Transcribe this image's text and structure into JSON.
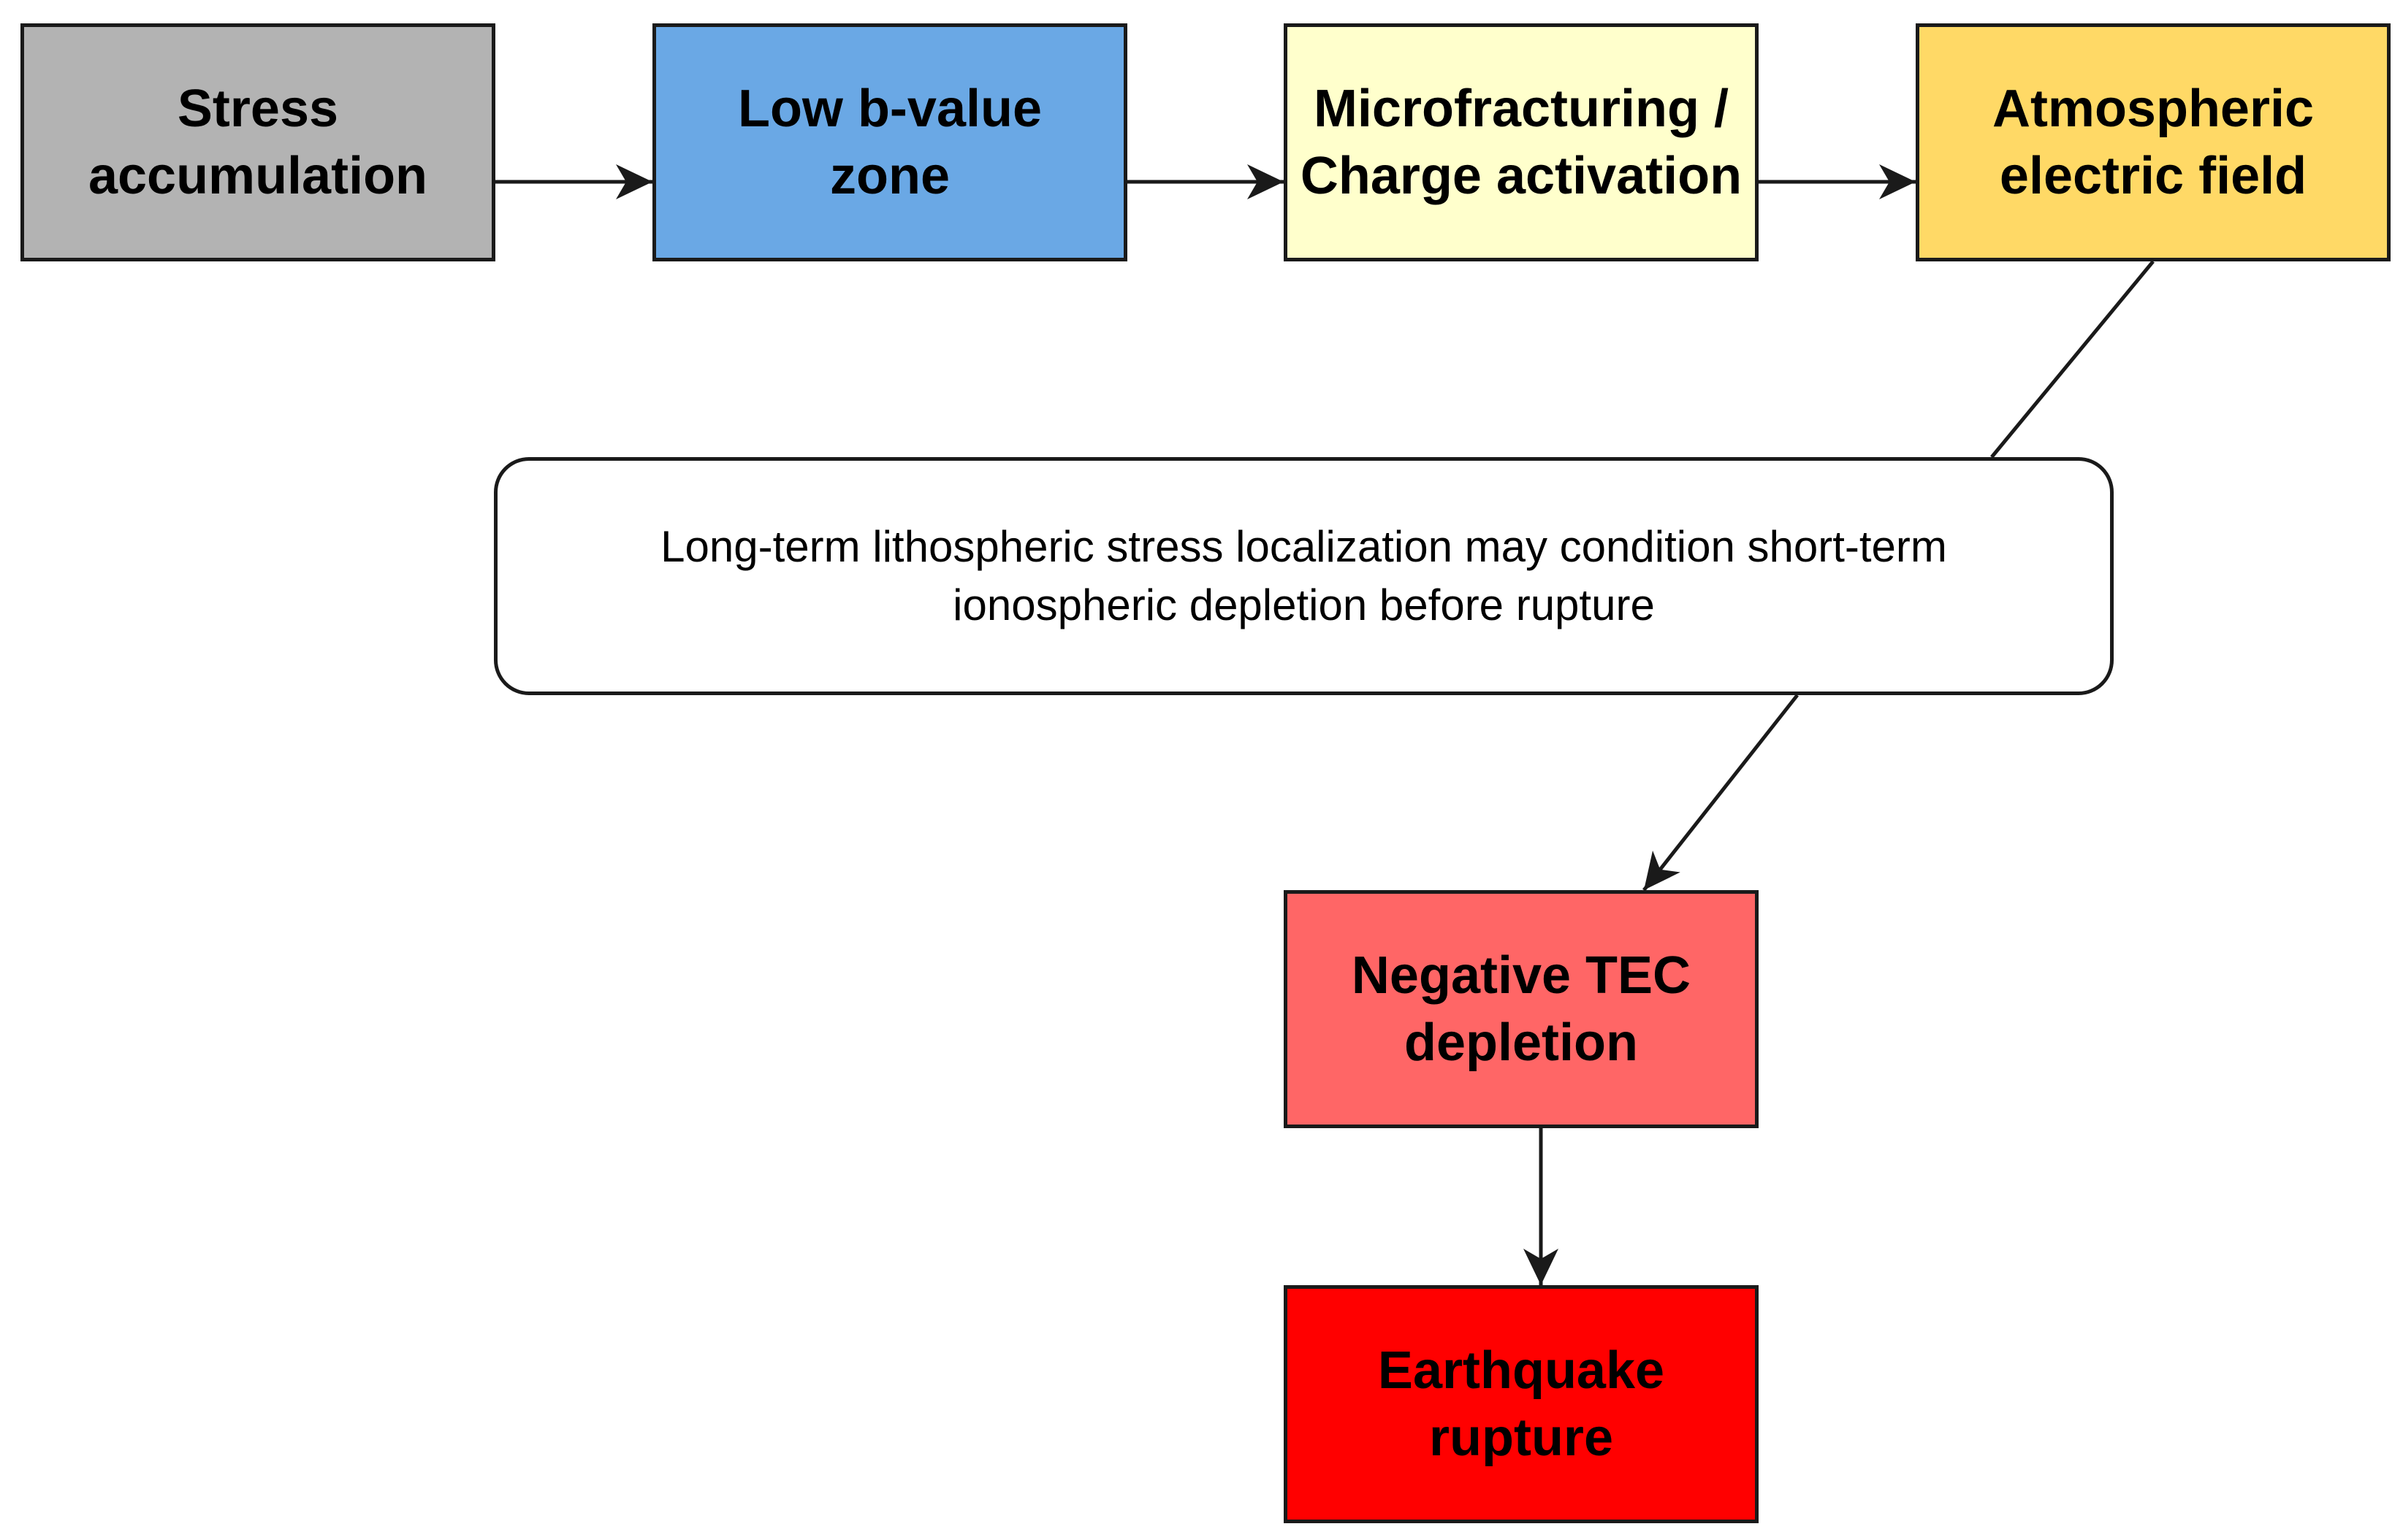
{
  "diagram": {
    "nodes": [
      {
        "id": "stress",
        "label": "Stress\naccumulation",
        "fill": "#b3b3b3"
      },
      {
        "id": "lowb",
        "label": "Low b-value\nzone",
        "fill": "#6aa8e5"
      },
      {
        "id": "micro",
        "label": "Microfracturing /\nCharge activation",
        "fill": "#ffffcc"
      },
      {
        "id": "atmos",
        "label": "Atmospheric\nelectric field",
        "fill": "#ffd966"
      },
      {
        "id": "tec",
        "label": "Negative TEC\ndepletion",
        "fill": "#ff6666"
      },
      {
        "id": "quake",
        "label": "Earthquake\nrupture",
        "fill": "#ff0000"
      }
    ],
    "note": {
      "label": "Long-term lithospheric stress localization may condition short-term\nionospheric depletion before rupture"
    },
    "edges": [
      {
        "from": "stress",
        "to": "lowb",
        "arrow": true
      },
      {
        "from": "lowb",
        "to": "micro",
        "arrow": true
      },
      {
        "from": "micro",
        "to": "atmos",
        "arrow": true
      },
      {
        "from": "atmos",
        "to": "note",
        "arrow": false
      },
      {
        "from": "note",
        "to": "tec",
        "arrow": true
      },
      {
        "from": "tec",
        "to": "quake",
        "arrow": true
      }
    ],
    "stroke_color": "#1a1a1a"
  }
}
